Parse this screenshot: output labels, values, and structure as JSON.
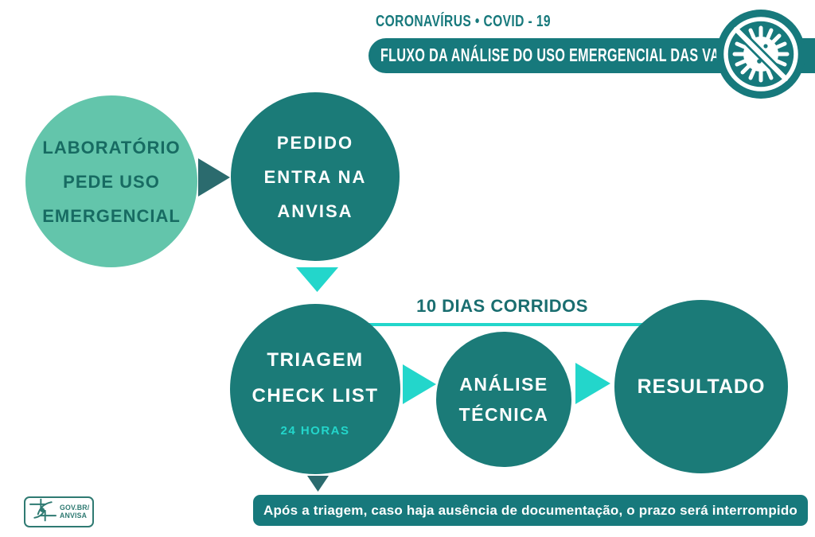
{
  "colors": {
    "teal": "#1b7b78",
    "teal_band": "#17797c",
    "green": "#63c5ab",
    "cyan": "#23d6cb",
    "arrow_dark": "#2b6b6e",
    "text_dark": "#176b62",
    "text_teal": "#1a6e70",
    "logo_teal": "#2f7a72"
  },
  "header": {
    "kicker": "CORONAVÍRUS • COVID - 19",
    "title": "FLUXO DA ANÁLISE DO USO EMERGENCIAL DAS VACINAS",
    "icon": "no-virus-icon"
  },
  "flow": {
    "step_laboratorio": "LABORATÓRIO\nPEDE USO\nEMERGENCIAL",
    "step_pedido": "PEDIDO\nENTRA NA\nANVISA",
    "step_triagem": "TRIAGEM\nCHECK LIST",
    "step_triagem_sub": "24 HORAS",
    "step_analise": "ANÁLISE\nTÉCNICA",
    "step_resultado": "RESULTADO",
    "timeline_label": "10 DIAS CORRIDOS"
  },
  "footer": {
    "note": "Após a triagem, caso haja ausência de documentação, o prazo será interrompido",
    "logo_line1": "GOV.BR/",
    "logo_line2": "ANVISA"
  }
}
